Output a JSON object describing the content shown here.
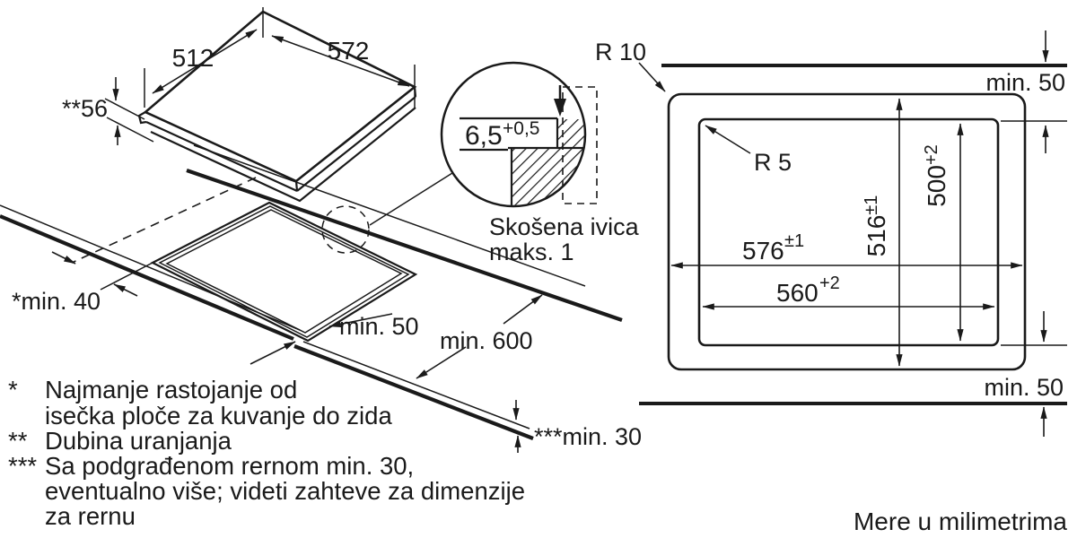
{
  "colors": {
    "ink": "#1a1a1a",
    "bg": "#ffffff"
  },
  "hob_view": {
    "dim_top": "572",
    "dim_side": "512",
    "dim_depth": "**56"
  },
  "install_view": {
    "wall_clearance": "*min. 40",
    "front_clearance": "min. 50",
    "worktop_depth": "min. 600",
    "under_clearance": "***min. 30"
  },
  "detail_view": {
    "dim_base": "6,5",
    "dim_sup": "+0,5",
    "caption1": "Skošena ivica",
    "caption2": "maks. 1"
  },
  "cutout_view": {
    "radius_outer": "R 10",
    "radius_inner": "R 5",
    "clearance_top": "min. 50",
    "clearance_bottom": "min. 50",
    "width_outer_base": "576",
    "width_outer_sup": "±1",
    "width_inner_base": "560",
    "width_inner_sup": "+2",
    "height_outer_base": "516",
    "height_outer_sup": "±1",
    "height_inner_base": "500",
    "height_inner_sup": "+2"
  },
  "footnotes": {
    "f1_marker": "*",
    "f1_line1": "Najmanje rastojanje od",
    "f1_line2": "isečka ploče za kuvanje do zida",
    "f2_marker": "**",
    "f2_line1": "Dubina uranjanja",
    "f3_marker": "***",
    "f3_line1": "Sa podgrađenom rernom min. 30,",
    "f3_line2": "eventualno više; videti zahteve za dimenzije",
    "f3_line3": "za rernu"
  },
  "units_note": "Mere u milimetrima"
}
